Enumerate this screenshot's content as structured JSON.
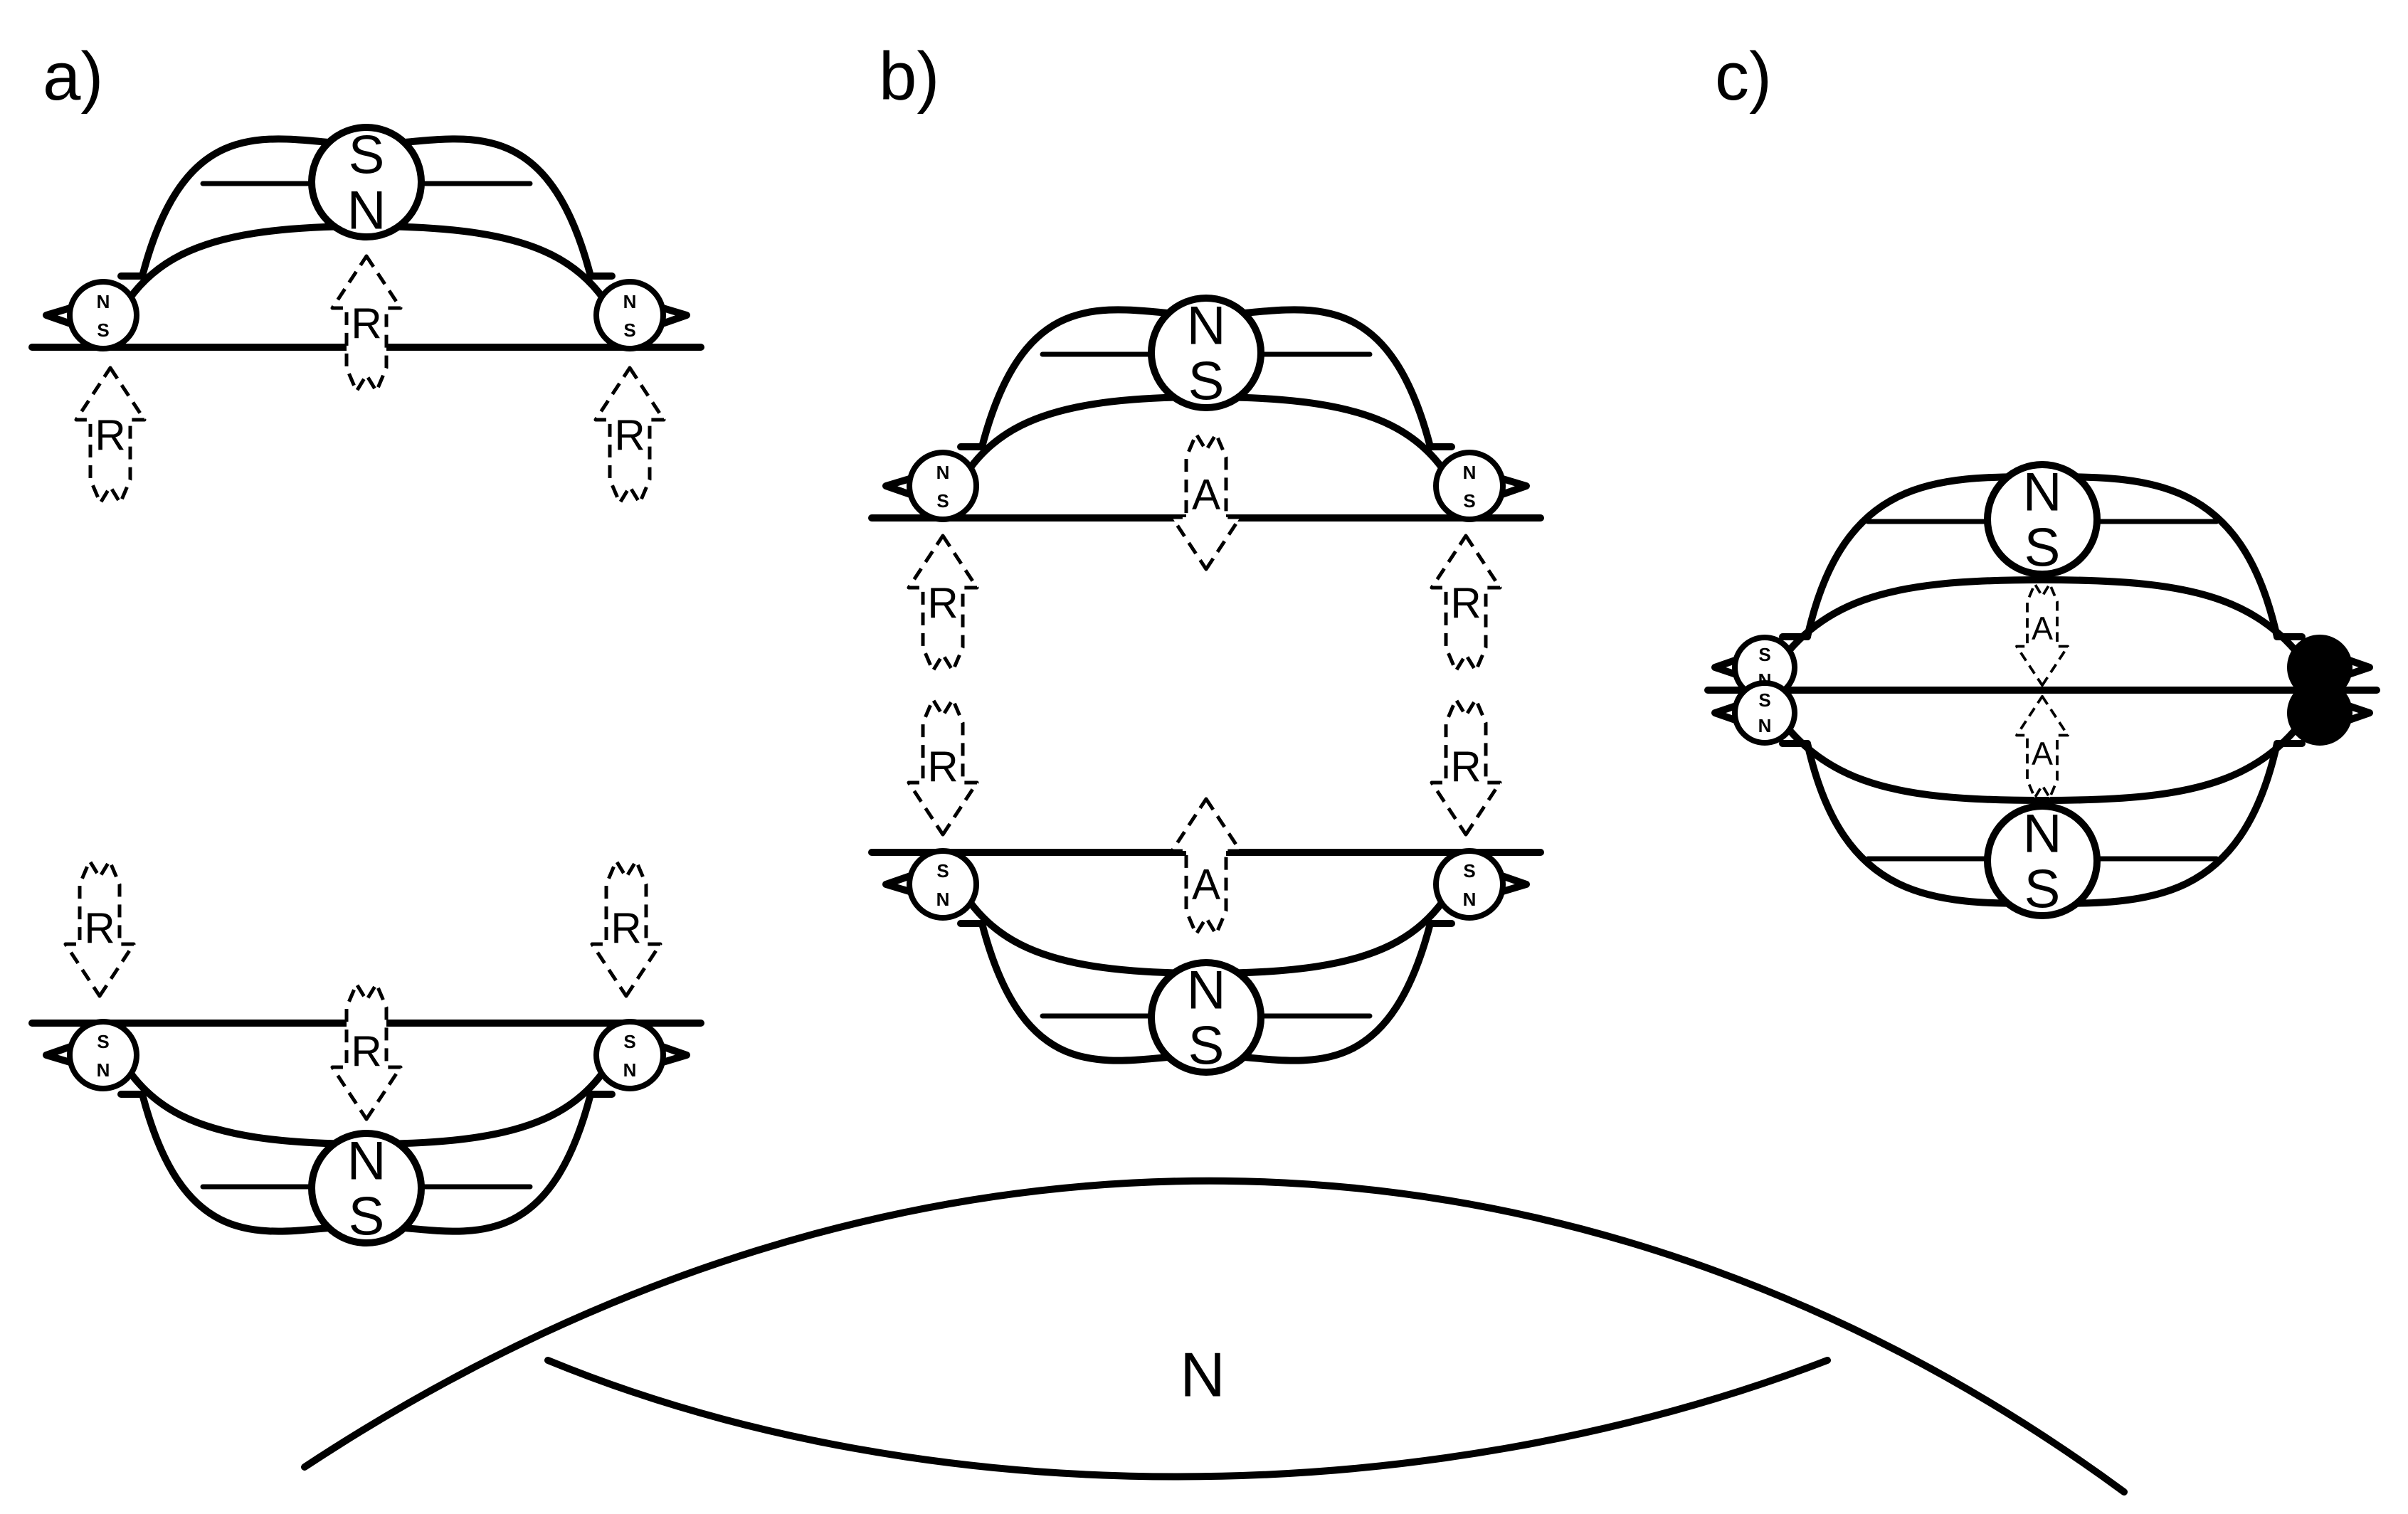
{
  "panels": {
    "a": {
      "label": "a)"
    },
    "b": {
      "label": "b)"
    },
    "c": {
      "label": "c)"
    }
  },
  "poles": {
    "north": "N",
    "south": "S"
  },
  "forces": {
    "repulsion": "R",
    "attraction": "A"
  },
  "field": {
    "label": "N"
  },
  "colors": {
    "ink": "#000000",
    "background": "#ffffff"
  }
}
